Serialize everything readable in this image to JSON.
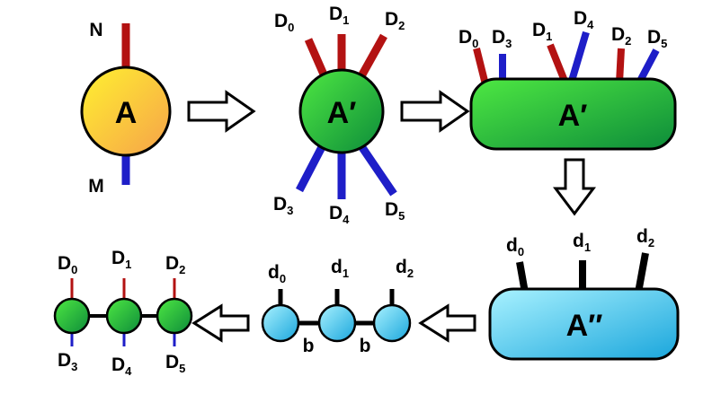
{
  "colors": {
    "red_leg": "#b31212",
    "blue_leg": "#1e1ec8",
    "black_leg": "#000000",
    "tensor_a_gradient": [
      "#fff130",
      "#f6a24a"
    ],
    "tensor_green_gradient": [
      "#4ee842",
      "#0d8c3a"
    ],
    "tensor_cyan_gradient": [
      "#a9f2ff",
      "#1aa6dc"
    ]
  },
  "tensor_a": {
    "name": "A",
    "top_leg": "N",
    "bottom_leg": "M"
  },
  "tensor_a_prime_split": {
    "name": "A′",
    "top_legs": [
      {
        "main": "D",
        "sub": "0"
      },
      {
        "main": "D",
        "sub": "1"
      },
      {
        "main": "D",
        "sub": "2"
      }
    ],
    "bottom_legs": [
      {
        "main": "D",
        "sub": "3"
      },
      {
        "main": "D",
        "sub": "4"
      },
      {
        "main": "D",
        "sub": "5"
      }
    ]
  },
  "tensor_a_prime_block": {
    "name": "A′",
    "legs": [
      {
        "main": "D",
        "sub": "0"
      },
      {
        "main": "D",
        "sub": "3"
      },
      {
        "main": "D",
        "sub": "1"
      },
      {
        "main": "D",
        "sub": "4"
      },
      {
        "main": "D",
        "sub": "2"
      },
      {
        "main": "D",
        "sub": "5"
      }
    ]
  },
  "tensor_a_double_prime": {
    "name": "A″",
    "legs": [
      {
        "main": "d",
        "sub": "0"
      },
      {
        "main": "d",
        "sub": "1"
      },
      {
        "main": "d",
        "sub": "2"
      }
    ]
  },
  "mps_cyan": {
    "sites": [
      {
        "main": "d",
        "sub": "0"
      },
      {
        "main": "d",
        "sub": "1"
      },
      {
        "main": "d",
        "sub": "2"
      }
    ],
    "bonds": [
      "b",
      "b"
    ]
  },
  "mps_green": {
    "top_legs": [
      {
        "main": "D",
        "sub": "0"
      },
      {
        "main": "D",
        "sub": "1"
      },
      {
        "main": "D",
        "sub": "2"
      }
    ],
    "bottom_legs": [
      {
        "main": "D",
        "sub": "3"
      },
      {
        "main": "D",
        "sub": "4"
      },
      {
        "main": "D",
        "sub": "5"
      }
    ]
  }
}
